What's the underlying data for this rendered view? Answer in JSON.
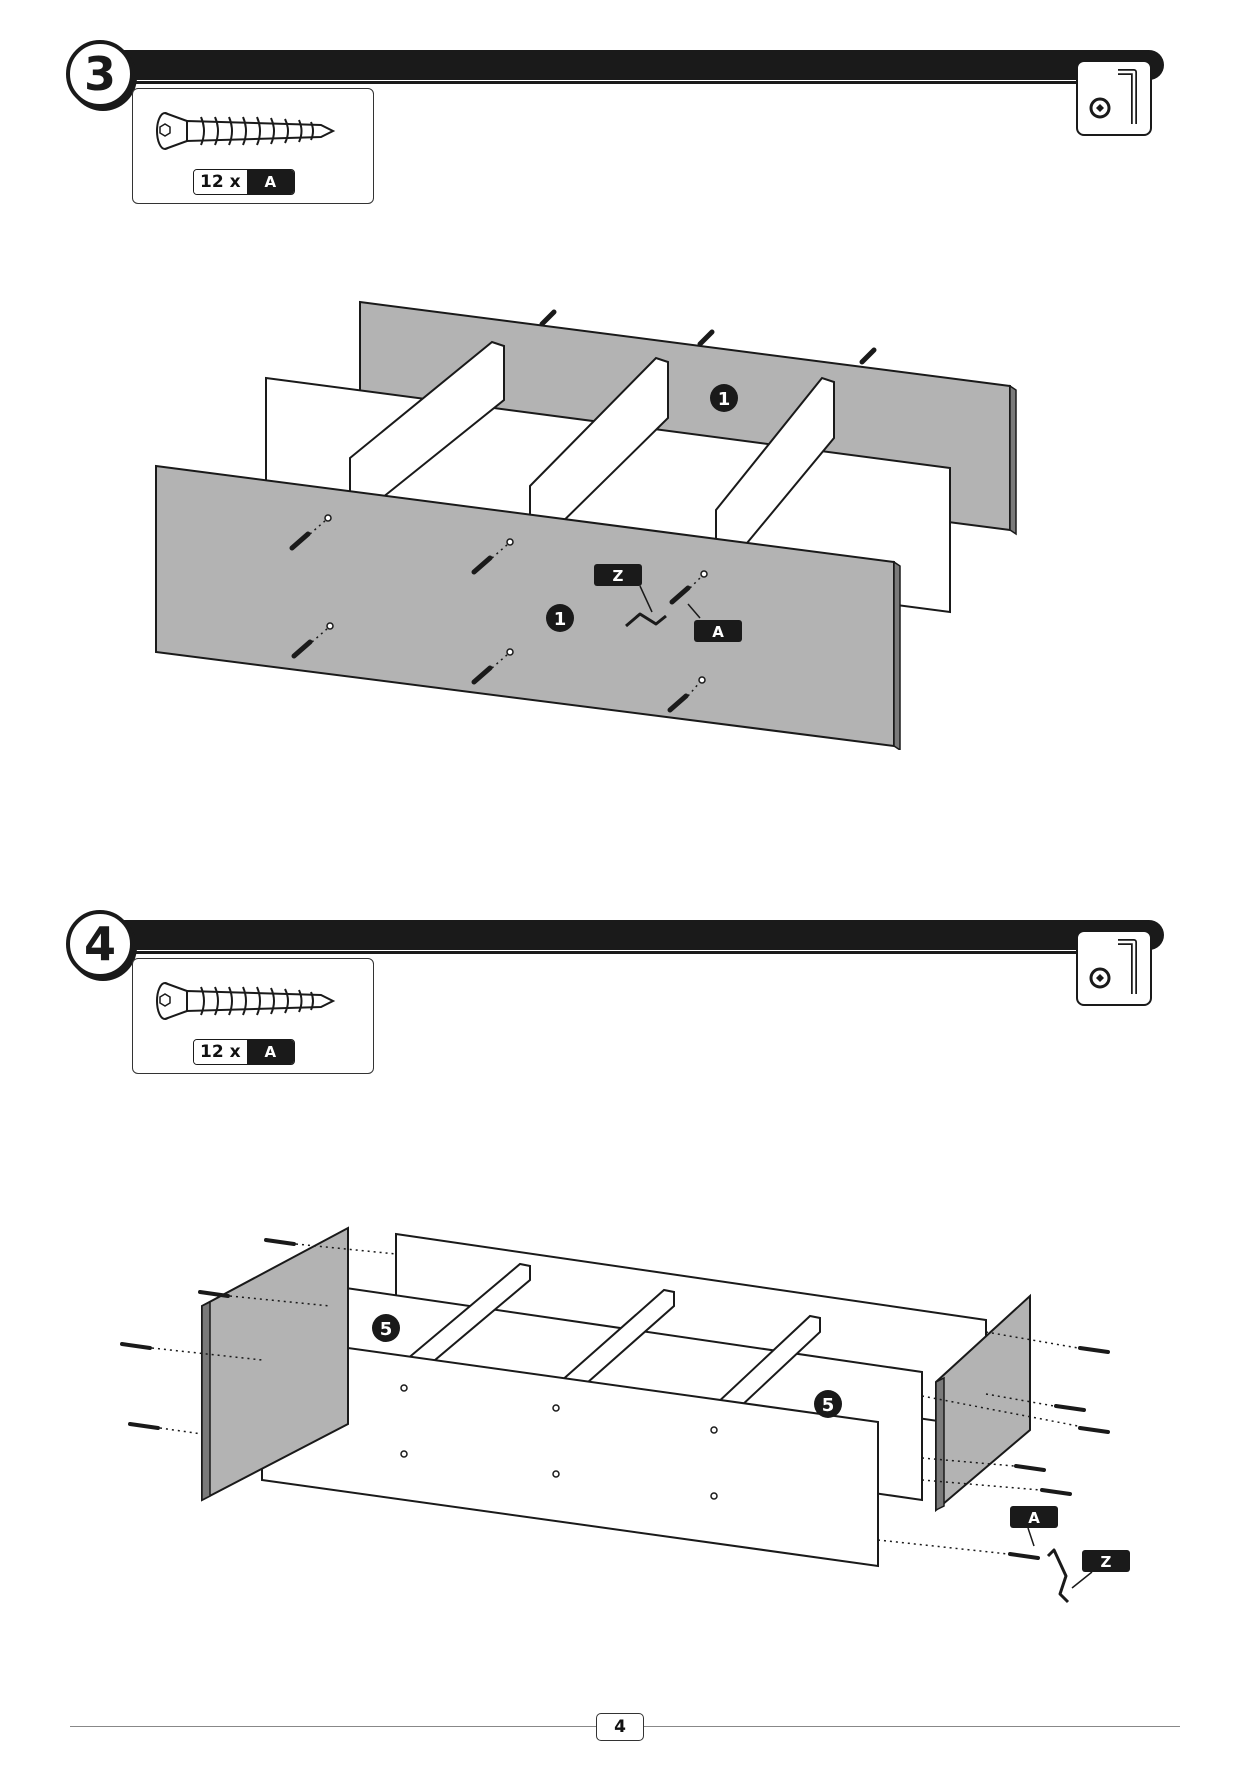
{
  "steps": [
    {
      "number": "3",
      "parts": {
        "count": "12 x",
        "label": "A"
      },
      "tool": "allen-key-icon",
      "callouts": {
        "panel_left": "1",
        "panel_right": "1",
        "tool": "Z",
        "part": "A"
      }
    },
    {
      "number": "4",
      "parts": {
        "count": "12 x",
        "label": "A"
      },
      "tool": "allen-key-icon",
      "callouts": {
        "panel_left": "5",
        "panel_right": "5",
        "tool": "Z",
        "part": "A"
      }
    }
  ],
  "page": {
    "number": "4"
  },
  "colors": {
    "ink": "#1a1a1a",
    "panel_grey": "#b3b3b3",
    "panel_white": "#ffffff"
  }
}
